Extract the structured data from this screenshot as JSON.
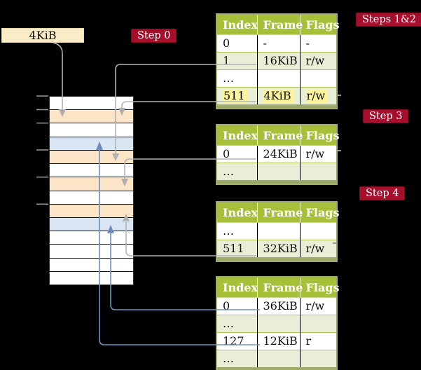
{
  "register_box": {
    "label": "4KiB"
  },
  "badges": {
    "step0": "Step 0",
    "steps12": "Steps 1&2",
    "step3": "Step 3",
    "step4": "Step 4"
  },
  "memory": {
    "frames": [
      {
        "kind": "white"
      },
      {
        "kind": "peach"
      },
      {
        "kind": "white"
      },
      {
        "kind": "blue"
      },
      {
        "kind": "peach"
      },
      {
        "kind": "white"
      },
      {
        "kind": "peach"
      },
      {
        "kind": "white"
      },
      {
        "kind": "peach"
      },
      {
        "kind": "blue"
      },
      {
        "kind": "white"
      },
      {
        "kind": "white"
      },
      {
        "kind": "white"
      },
      {
        "kind": "white"
      }
    ]
  },
  "tables": [
    {
      "headers": [
        "Index",
        "Frame",
        "Flags"
      ],
      "rows": [
        {
          "index": "0",
          "frame": "-",
          "flags": "-",
          "highlighted": false
        },
        {
          "index": "1",
          "frame": "16KiB",
          "flags": "r/w",
          "highlighted": false
        },
        {
          "index": "…",
          "frame": "",
          "flags": "",
          "highlighted": false
        },
        {
          "index": "511",
          "frame": "4KiB",
          "flags": "r/w",
          "highlighted": true
        }
      ]
    },
    {
      "headers": [
        "Index",
        "Frame",
        "Flags"
      ],
      "rows": [
        {
          "index": "0",
          "frame": "24KiB",
          "flags": "r/w",
          "highlighted": false
        },
        {
          "index": "…",
          "frame": "",
          "flags": "",
          "highlighted": false
        }
      ]
    },
    {
      "headers": [
        "Index",
        "Frame",
        "Flags"
      ],
      "rows": [
        {
          "index": "…",
          "frame": "",
          "flags": "",
          "highlighted": false
        },
        {
          "index": "511",
          "frame": "32KiB",
          "flags": "r/w",
          "highlighted": false
        }
      ]
    },
    {
      "headers": [
        "Index",
        "Frame",
        "Flags"
      ],
      "rows": [
        {
          "index": "0",
          "frame": "36KiB",
          "flags": "r/w",
          "highlighted": false
        },
        {
          "index": "…",
          "frame": "",
          "flags": "",
          "highlighted": false
        },
        {
          "index": "127",
          "frame": "12KiB",
          "flags": "r",
          "highlighted": false
        },
        {
          "index": "…",
          "frame": "",
          "flags": "",
          "highlighted": false
        }
      ]
    }
  ],
  "colors": {
    "badge_red": "#a60e2c",
    "header_green": "#a6c03a",
    "row_shade_green": "#e9efd6",
    "highlight_yellow": "#fbf49c",
    "frame_peach": "#fce4c7",
    "frame_blue": "#d9e5f3",
    "register_cream": "#fbecc8",
    "arrow_gray": "#b3b3b3",
    "arrow_blue": "#7090c0"
  }
}
